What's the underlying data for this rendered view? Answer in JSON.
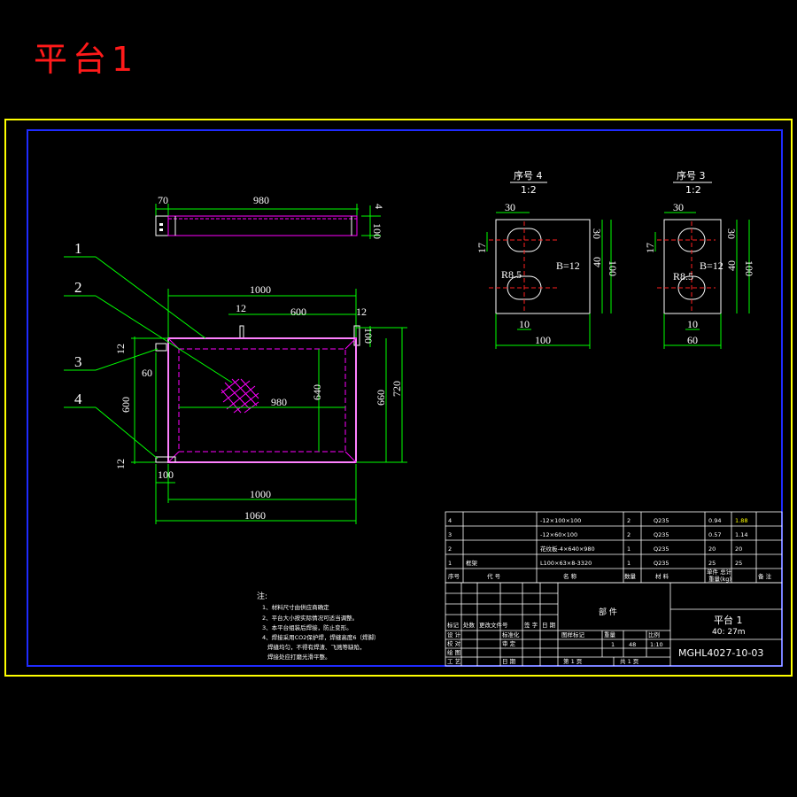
{
  "title": "平台1",
  "part_labels": [
    "1",
    "2",
    "3",
    "4"
  ],
  "top_view": {
    "d70": "70",
    "d980": "980",
    "d4": "4",
    "d100": "100"
  },
  "plan_view": {
    "d1000_top": "1000",
    "d12_a": "12",
    "d600_top": "600",
    "d12_b": "12",
    "d100_right": "100",
    "d12_left": "12",
    "d60": "60",
    "d980": "980",
    "d640": "640",
    "d660": "660",
    "d720": "720",
    "d600_left": "600",
    "d12_bottom": "12",
    "d100_bottom": "100",
    "d1000_bottom": "1000",
    "d1060": "1060"
  },
  "detail_4": {
    "heading": "序号 4",
    "scale": "1:2",
    "d30": "30",
    "d17": "17",
    "r": "R8.5",
    "thick": "B=12",
    "d30r": "30",
    "d40": "40",
    "d100r": "100",
    "d10": "10",
    "d100b": "100"
  },
  "detail_3": {
    "heading": "序号 3",
    "scale": "1:2",
    "d30": "30",
    "d17": "17",
    "r": "R8.5",
    "thick": "B=12",
    "d30r": "30",
    "d40": "40",
    "d100r": "100",
    "d10": "10",
    "d60b": "60"
  },
  "notes": {
    "heading": "注:",
    "lines": [
      "1、材料尺寸由供应商确定",
      "2、平台大小按实际情况可适当调整。",
      "3、本平台组装后焊接，防止变形。",
      "4、焊接采用CO2保护焊，焊缝高度6（焊脚）",
      "焊缝均匀，不得有焊渣、飞溅等缺陷，",
      "焊接处应打磨光滑平整。"
    ]
  },
  "bom": {
    "rows": [
      {
        "no": "4",
        "code": "",
        "name": "-12×100×100",
        "qty": "2",
        "mat": "Q235",
        "unit": "0.94",
        "total": "1.88"
      },
      {
        "no": "3",
        "code": "",
        "name": "-12×60×100",
        "qty": "2",
        "mat": "Q235",
        "unit": "0.57",
        "total": "1.14"
      },
      {
        "no": "2",
        "code": "",
        "name": "花纹板-4×640×980",
        "qty": "1",
        "mat": "Q235",
        "unit": "20",
        "total": "20"
      },
      {
        "no": "1",
        "code": "框架",
        "name": "L100×63×8-3320",
        "qty": "1",
        "mat": "Q235",
        "unit": "25",
        "total": "25"
      }
    ],
    "header": {
      "no": "序号",
      "code": "代  号",
      "name": "名     称",
      "qty": "数量",
      "mat": "材    料",
      "weight": "单件  总计",
      "weight2": "重量(kg)",
      "remark": "备 注"
    }
  },
  "titleblock": {
    "category": "部    件",
    "drawing_name": "平台 1",
    "weight": "40: 27m",
    "drawing_no": "MGHL4027-10-03",
    "labels": [
      "标记",
      "处数",
      "更改文件号",
      "签 字",
      "日 期",
      "设 计",
      "标准化",
      "图样标记",
      "重量",
      "比例",
      "校 对",
      "审 定",
      "绘 图",
      "工 艺",
      "日 期",
      "共 1 页",
      "第 1 页"
    ],
    "qty": "1",
    "mass": "48",
    "ratio": "1:10"
  }
}
